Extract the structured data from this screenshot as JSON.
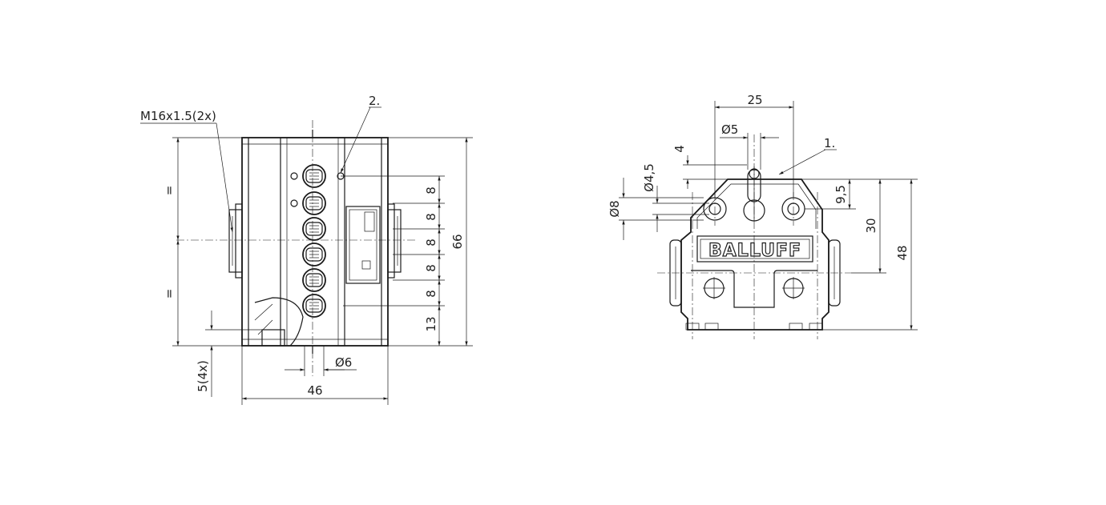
{
  "left_view": {
    "thread_label": "M16x1.5(2x)",
    "callout_2": "2.",
    "equal_top": "=",
    "equal_bottom": "=",
    "pitch_1": "8",
    "pitch_2": "8",
    "pitch_3": "8",
    "pitch_4": "8",
    "pitch_5": "8",
    "bottom_offset": "13",
    "height": "66",
    "width": "46",
    "hole_dia": "Ø6",
    "mount_depth": "5(4x)"
  },
  "right_view": {
    "width_top": "25",
    "pin_dia": "Ø5",
    "callout_1": "1.",
    "pin_height": "4",
    "hole_dia_small": "Ø4,5",
    "hole_dia_large": "Ø8",
    "pin_offset": "9,5",
    "hole_height": "30",
    "height": "48",
    "brand": "BALLUFF"
  }
}
